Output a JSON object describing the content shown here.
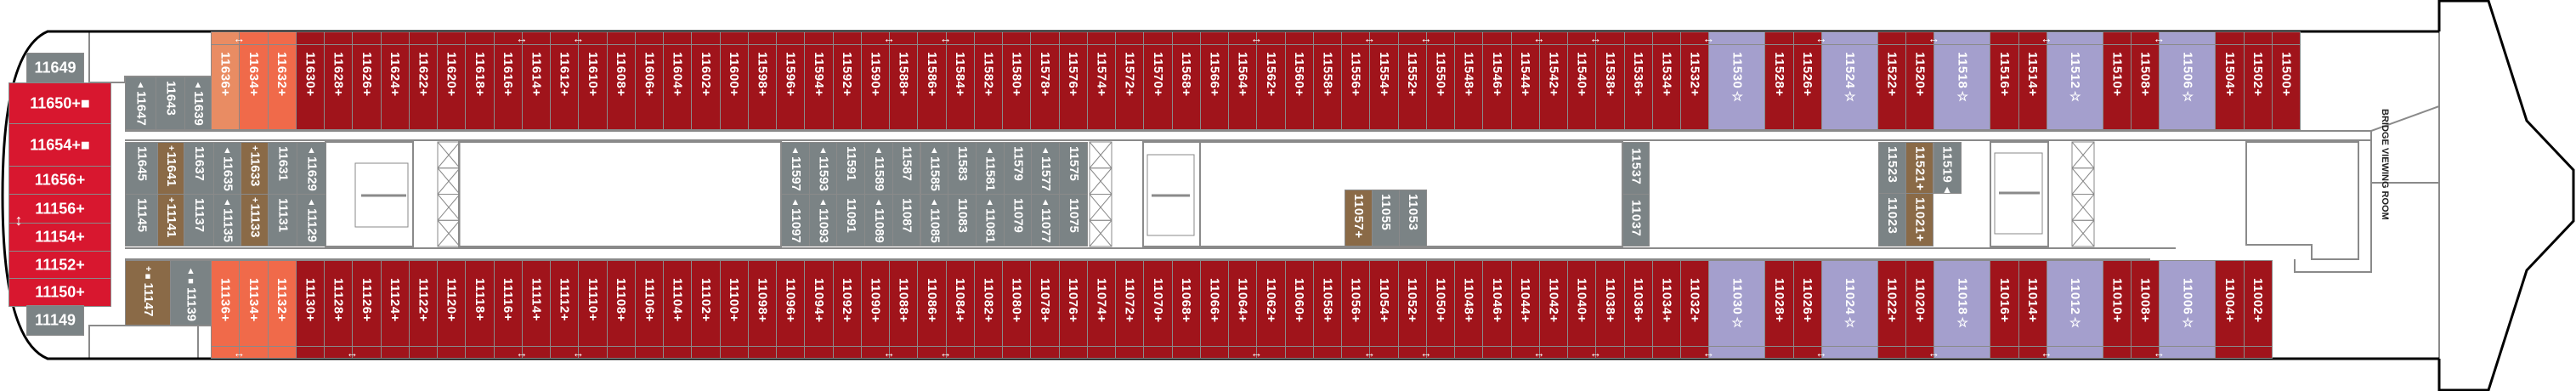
{
  "colors": {
    "suite_red": "#a0141b",
    "bright_red": "#d8172f",
    "orange": "#f06a4a",
    "light_orange": "#e98c63",
    "gray": "#7b8385",
    "brown": "#8a6a47",
    "purple": "#a49fcd"
  },
  "labels": {
    "bridge_viewing_room": "BRIDGE VIEWING ROOM",
    "connecting_icon": "↔",
    "vertical_connecting_icon": "↕"
  },
  "aft_red_block": [
    "11650+■",
    "11654+■",
    "11656+",
    "11156+",
    "11154+",
    "11152+",
    "11150+"
  ],
  "aft_gray": {
    "top": "11649",
    "bottom": "11149"
  },
  "top_left_block": [
    {
      "n": "11647",
      "m": "▲"
    },
    {
      "n": "11643",
      "m": ""
    },
    {
      "n": "11639",
      "m": "▲"
    }
  ],
  "bottom_left_block": [
    {
      "n": "11147",
      "m": "+■",
      "t": "b"
    },
    {
      "n": "11139",
      "m": "▲■",
      "t": "g"
    }
  ],
  "left_inside_block": [
    {
      "top": "11645",
      "bot": "11145",
      "m": "",
      "t": "g"
    },
    {
      "top": "11641",
      "bot": "11141",
      "m": "+",
      "t": "b"
    },
    {
      "top": "11637",
      "bot": "11137",
      "m": "",
      "t": "g"
    },
    {
      "top": "11635",
      "bot": "11135",
      "m": "▲",
      "t": "g"
    },
    {
      "top": "11633",
      "bot": "11133",
      "m": "+",
      "t": "b"
    },
    {
      "top": "11631",
      "bot": "11131",
      "m": "",
      "t": "g"
    },
    {
      "top": "11629",
      "bot": "11129",
      "m": "▲",
      "t": "g"
    }
  ],
  "mid_inside_block": [
    {
      "top": "11597",
      "bot": "11097",
      "m": "▲"
    },
    {
      "top": "11593",
      "bot": "11093",
      "m": "▲"
    },
    {
      "top": "11591",
      "bot": "11091",
      "m": ""
    },
    {
      "top": "11589",
      "bot": "11089",
      "m": "▲"
    },
    {
      "top": "11587",
      "bot": "11087",
      "m": ""
    },
    {
      "top": "11585",
      "bot": "11085",
      "m": "▲"
    },
    {
      "top": "11583",
      "bot": "11083",
      "m": ""
    },
    {
      "top": "11581",
      "bot": "11081",
      "m": "▲"
    },
    {
      "top": "11579",
      "bot": "11079",
      "m": ""
    },
    {
      "top": "11577",
      "bot": "11077",
      "m": "▲"
    },
    {
      "top": "11575",
      "bot": "11075",
      "m": ""
    }
  ],
  "small_inside_block": [
    {
      "n": "11057+",
      "t": "b"
    },
    {
      "n": "11055",
      "t": "g"
    },
    {
      "n": "11053",
      "t": "g"
    }
  ],
  "single_inside_block": {
    "top": "11537",
    "bot": "11037"
  },
  "right_inside_block": [
    {
      "top": "11523",
      "bot": "11023",
      "t": "g"
    },
    {
      "top": "11521+",
      "bot": "11021+",
      "t": "b"
    },
    {
      "top": "11519▲",
      "bot": "",
      "t": "g"
    }
  ],
  "top_row": [
    {
      "n": "11636+",
      "t": "lo"
    },
    {
      "n": "11634+",
      "t": "o",
      "c": 1
    },
    {
      "n": "11632+",
      "t": "o"
    },
    {
      "n": "11630+",
      "t": "r"
    },
    {
      "n": "11628+",
      "t": "r"
    },
    {
      "n": "11626+",
      "t": "r"
    },
    {
      "n": "11624+",
      "t": "r"
    },
    {
      "n": "11622+",
      "t": "r"
    },
    {
      "n": "11620+",
      "t": "r"
    },
    {
      "n": "11618+",
      "t": "r"
    },
    {
      "n": "11616+",
      "t": "r"
    },
    {
      "n": "11614+",
      "t": "r",
      "c": 1
    },
    {
      "n": "11612+",
      "t": "r"
    },
    {
      "n": "11610+",
      "t": "r",
      "c": 1
    },
    {
      "n": "11608+",
      "t": "r"
    },
    {
      "n": "11606+",
      "t": "r"
    },
    {
      "n": "11604+",
      "t": "r"
    },
    {
      "n": "11602+",
      "t": "r"
    },
    {
      "n": "11600+",
      "t": "r"
    },
    {
      "n": "11598+",
      "t": "r"
    },
    {
      "n": "11596+",
      "t": "r"
    },
    {
      "n": "11594+",
      "t": "r"
    },
    {
      "n": "11592+",
      "t": "r"
    },
    {
      "n": "11590+",
      "t": "r"
    },
    {
      "n": "11588+",
      "t": "r",
      "c": 1
    },
    {
      "n": "11586+",
      "t": "r"
    },
    {
      "n": "11584+",
      "t": "r",
      "c": 1
    },
    {
      "n": "11582+",
      "t": "r"
    },
    {
      "n": "11580+",
      "t": "r"
    },
    {
      "n": "11578+",
      "t": "r"
    },
    {
      "n": "11576+",
      "t": "r"
    },
    {
      "n": "11574+",
      "t": "r"
    },
    {
      "n": "11572+",
      "t": "r"
    },
    {
      "n": "11570+",
      "t": "r"
    },
    {
      "n": "11568+",
      "t": "r"
    },
    {
      "n": "11566+",
      "t": "r"
    },
    {
      "n": "11564+",
      "t": "r"
    },
    {
      "n": "11562+",
      "t": "r",
      "c": 1
    },
    {
      "n": "11560+",
      "t": "r"
    },
    {
      "n": "11558+",
      "t": "r"
    },
    {
      "n": "11556+",
      "t": "r"
    },
    {
      "n": "11554+",
      "t": "r",
      "c": 1
    },
    {
      "n": "11552+",
      "t": "r"
    },
    {
      "n": "11550+",
      "t": "r",
      "c": 1
    },
    {
      "n": "11548+",
      "t": "r"
    },
    {
      "n": "11546+",
      "t": "r"
    },
    {
      "n": "11544+",
      "t": "r"
    },
    {
      "n": "11542+",
      "t": "r",
      "c": 1
    },
    {
      "n": "11540+",
      "t": "r"
    },
    {
      "n": "11538+",
      "t": "r",
      "c": 1
    },
    {
      "n": "11536+",
      "t": "r"
    },
    {
      "n": "11534+",
      "t": "r"
    },
    {
      "n": "11532+",
      "t": "r"
    },
    {
      "n": "11530☆",
      "t": "s",
      "c": 1
    },
    {
      "n": "11528+",
      "t": "r"
    },
    {
      "n": "11526+",
      "t": "r"
    },
    {
      "n": "11524☆",
      "t": "s",
      "c": 1
    },
    {
      "n": "11522+",
      "t": "r"
    },
    {
      "n": "11520+",
      "t": "r"
    },
    {
      "n": "11518☆",
      "t": "s",
      "c": 1
    },
    {
      "n": "11516+",
      "t": "r"
    },
    {
      "n": "11514+",
      "t": "r"
    },
    {
      "n": "11512☆",
      "t": "s",
      "c": 1
    },
    {
      "n": "11510+",
      "t": "r"
    },
    {
      "n": "11508+",
      "t": "r"
    },
    {
      "n": "11506☆",
      "t": "s",
      "c": 1
    },
    {
      "n": "11504+",
      "t": "r"
    },
    {
      "n": "11502+",
      "t": "r"
    },
    {
      "n": "11500+",
      "t": "r"
    }
  ],
  "bottom_row": [
    {
      "n": "11136+",
      "t": "o"
    },
    {
      "n": "11134+",
      "t": "o",
      "c": 1
    },
    {
      "n": "11132+",
      "t": "o"
    },
    {
      "n": "11130+",
      "t": "r"
    },
    {
      "n": "11128+",
      "t": "r"
    },
    {
      "n": "11126+",
      "t": "r",
      "c": 1
    },
    {
      "n": "11124+",
      "t": "r"
    },
    {
      "n": "11122+",
      "t": "r"
    },
    {
      "n": "11120+",
      "t": "r"
    },
    {
      "n": "11118+",
      "t": "r"
    },
    {
      "n": "11116+",
      "t": "r"
    },
    {
      "n": "11114+",
      "t": "r",
      "c": 1
    },
    {
      "n": "11112+",
      "t": "r"
    },
    {
      "n": "11110+",
      "t": "r",
      "c": 1
    },
    {
      "n": "11108+",
      "t": "r"
    },
    {
      "n": "11106+",
      "t": "r"
    },
    {
      "n": "11104+",
      "t": "r"
    },
    {
      "n": "11102+",
      "t": "r"
    },
    {
      "n": "11100+",
      "t": "r"
    },
    {
      "n": "11098+",
      "t": "r"
    },
    {
      "n": "11096+",
      "t": "r"
    },
    {
      "n": "11094+",
      "t": "r"
    },
    {
      "n": "11092+",
      "t": "r"
    },
    {
      "n": "11090+",
      "t": "r"
    },
    {
      "n": "11088+",
      "t": "r",
      "c": 1
    },
    {
      "n": "11086+",
      "t": "r"
    },
    {
      "n": "11084+",
      "t": "r",
      "c": 1
    },
    {
      "n": "11082+",
      "t": "r"
    },
    {
      "n": "11080+",
      "t": "r"
    },
    {
      "n": "11078+",
      "t": "r"
    },
    {
      "n": "11076+",
      "t": "r"
    },
    {
      "n": "11074+",
      "t": "r"
    },
    {
      "n": "11072+",
      "t": "r"
    },
    {
      "n": "11070+",
      "t": "r"
    },
    {
      "n": "11068+",
      "t": "r"
    },
    {
      "n": "11066+",
      "t": "r"
    },
    {
      "n": "11064+",
      "t": "r"
    },
    {
      "n": "11062+",
      "t": "r",
      "c": 1
    },
    {
      "n": "11060+",
      "t": "r"
    },
    {
      "n": "11058+",
      "t": "r"
    },
    {
      "n": "11056+",
      "t": "r"
    },
    {
      "n": "11054+",
      "t": "r",
      "c": 1
    },
    {
      "n": "11052+",
      "t": "r"
    },
    {
      "n": "11050+",
      "t": "r",
      "c": 1
    },
    {
      "n": "11048+",
      "t": "r"
    },
    {
      "n": "11046+",
      "t": "r"
    },
    {
      "n": "11044+",
      "t": "r"
    },
    {
      "n": "11042+",
      "t": "r",
      "c": 1
    },
    {
      "n": "11040+",
      "t": "r"
    },
    {
      "n": "11038+",
      "t": "r",
      "c": 1
    },
    {
      "n": "11036+",
      "t": "r"
    },
    {
      "n": "11034+",
      "t": "r"
    },
    {
      "n": "11032+",
      "t": "r"
    },
    {
      "n": "11030☆",
      "t": "s",
      "c": 1
    },
    {
      "n": "11028+",
      "t": "r"
    },
    {
      "n": "11026+",
      "t": "r"
    },
    {
      "n": "11024☆",
      "t": "s",
      "c": 1
    },
    {
      "n": "11022+",
      "t": "r"
    },
    {
      "n": "11020+",
      "t": "r"
    },
    {
      "n": "11018☆",
      "t": "s",
      "c": 1
    },
    {
      "n": "11016+",
      "t": "r"
    },
    {
      "n": "11014+",
      "t": "r"
    },
    {
      "n": "11012☆",
      "t": "s",
      "c": 1
    },
    {
      "n": "11010+",
      "t": "r"
    },
    {
      "n": "11008+",
      "t": "r"
    },
    {
      "n": "11006☆",
      "t": "s",
      "c": 1
    },
    {
      "n": "11004+",
      "t": "r"
    },
    {
      "n": "11002+",
      "t": "r"
    }
  ]
}
